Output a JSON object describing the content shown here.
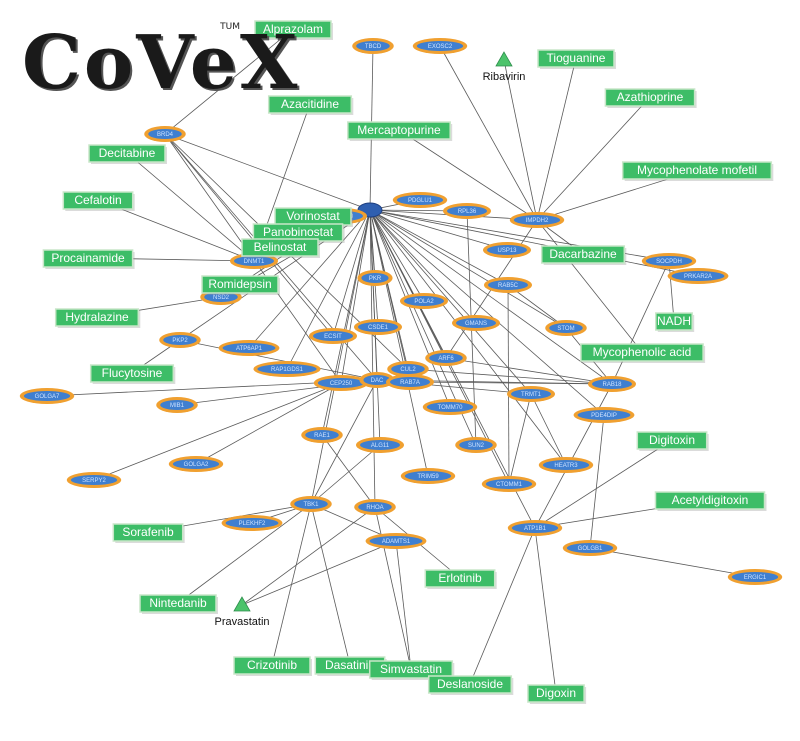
{
  "logo": {
    "text": "CoVeX",
    "superscript": "TUM"
  },
  "colors": {
    "drug_fill": "#3dbd67",
    "drug_border": "#c8e6c8",
    "gene_fill": "#3f7fd0",
    "gene_ring": "#f0a030",
    "edge": "#5a5a5a",
    "triangle": "#4cc36b",
    "virus_fill": "#2f5fb0"
  },
  "drugs": [
    {
      "id": "alprazolam",
      "label": "Alprazolam"
    },
    {
      "id": "azacitidine",
      "label": "Azacitidine"
    },
    {
      "id": "decitabine",
      "label": "Decitabine"
    },
    {
      "id": "cefalotin",
      "label": "Cefalotin"
    },
    {
      "id": "vorinostat",
      "label": "Vorinostat"
    },
    {
      "id": "panobinostat",
      "label": "Panobinostat"
    },
    {
      "id": "belinostat",
      "label": "Belinostat"
    },
    {
      "id": "procainamide",
      "label": "Procainamide"
    },
    {
      "id": "romidepsin",
      "label": "Romidepsin"
    },
    {
      "id": "hydralazine",
      "label": "Hydralazine"
    },
    {
      "id": "flucytosine",
      "label": "Flucytosine"
    },
    {
      "id": "mercaptopurine",
      "label": "Mercaptopurine"
    },
    {
      "id": "tioguanine",
      "label": "Tioguanine"
    },
    {
      "id": "azathioprine",
      "label": "Azathioprine"
    },
    {
      "id": "mycophenolate_mofetil",
      "label": "Mycophenolate mofetil"
    },
    {
      "id": "dacarbazine",
      "label": "Dacarbazine"
    },
    {
      "id": "nadh",
      "label": "NADH"
    },
    {
      "id": "mycophenolic_acid",
      "label": "Mycophenolic acid"
    },
    {
      "id": "digitoxin",
      "label": "Digitoxin"
    },
    {
      "id": "acetyldigitoxin",
      "label": "Acetyldigitoxin"
    },
    {
      "id": "sorafenib",
      "label": "Sorafenib"
    },
    {
      "id": "nintedanib",
      "label": "Nintedanib"
    },
    {
      "id": "erlotinib",
      "label": "Erlotinib"
    },
    {
      "id": "crizotinib",
      "label": "Crizotinib"
    },
    {
      "id": "dasatinib",
      "label": "Dasatinib"
    },
    {
      "id": "simvastatin",
      "label": "Simvastatin"
    },
    {
      "id": "deslanoside",
      "label": "Deslanoside"
    },
    {
      "id": "digoxin",
      "label": "Digoxin"
    }
  ],
  "genes": [
    {
      "id": "tbcd",
      "label": "TBCD"
    },
    {
      "id": "exosc2",
      "label": "EXOSC2"
    },
    {
      "id": "brd4",
      "label": "BRD4"
    },
    {
      "id": "mov10",
      "label": "MOV10"
    },
    {
      "id": "pdglu1",
      "label": "PDGLU1"
    },
    {
      "id": "rpl36",
      "label": "RPL36"
    },
    {
      "id": "impdh2",
      "label": "IMPDH2"
    },
    {
      "id": "dnmt1",
      "label": "DNMT1"
    },
    {
      "id": "usp13",
      "label": "USP13"
    },
    {
      "id": "socpdh",
      "label": "SOCPDH"
    },
    {
      "id": "prkar2a",
      "label": "PRKAR2A"
    },
    {
      "id": "nsd2",
      "label": "NSD2"
    },
    {
      "id": "pkr",
      "label": "PKR"
    },
    {
      "id": "polaa",
      "label": "POLA2"
    },
    {
      "id": "rab5c",
      "label": "RAB5C"
    },
    {
      "id": "pkp2",
      "label": "PKP2"
    },
    {
      "id": "atp6ap1",
      "label": "ATP6AP1"
    },
    {
      "id": "ecsit",
      "label": "ECSIT"
    },
    {
      "id": "csde1",
      "label": "CSDE1"
    },
    {
      "id": "gmans",
      "label": "GMANS"
    },
    {
      "id": "stom",
      "label": "STOM"
    },
    {
      "id": "rap1gds1",
      "label": "RAP1GDS1"
    },
    {
      "id": "cul2",
      "label": "CUL2"
    },
    {
      "id": "arf6",
      "label": "ARF6"
    },
    {
      "id": "golga7",
      "label": "GOLGA7"
    },
    {
      "id": "cep250",
      "label": "CEP250"
    },
    {
      "id": "dac",
      "label": "DAC"
    },
    {
      "id": "rab7a",
      "label": "RAB7A"
    },
    {
      "id": "trmt1",
      "label": "TRMT1"
    },
    {
      "id": "rab18",
      "label": "RAB18"
    },
    {
      "id": "mib1",
      "label": "MIB1"
    },
    {
      "id": "tomm70",
      "label": "TOMM70"
    },
    {
      "id": "pde4dip",
      "label": "PDE4DIP"
    },
    {
      "id": "rae1",
      "label": "RAE1"
    },
    {
      "id": "algt1",
      "label": "ALG11"
    },
    {
      "id": "sun2",
      "label": "SUN2"
    },
    {
      "id": "golga2",
      "label": "GOLGA2"
    },
    {
      "id": "trim59",
      "label": "TRIM59"
    },
    {
      "id": "ctomm1",
      "label": "CTOMM1"
    },
    {
      "id": "heatr3",
      "label": "HEATR3"
    },
    {
      "id": "serpy2",
      "label": "SERPY2"
    },
    {
      "id": "tbk1",
      "label": "TBK1"
    },
    {
      "id": "rhoa",
      "label": "RHOA"
    },
    {
      "id": "plekhf2",
      "label": "PLEKHF2"
    },
    {
      "id": "adamts1",
      "label": "ADAMTS1"
    },
    {
      "id": "atp1b1",
      "label": "ATP1B1"
    },
    {
      "id": "golgb1",
      "label": "GOLGB1"
    },
    {
      "id": "ergic1",
      "label": "ERGIC1"
    }
  ],
  "viral_proteins": [
    {
      "id": "virus",
      "label": ""
    }
  ],
  "triangles": [
    {
      "id": "ribavirin",
      "label": "Ribavirin"
    },
    {
      "id": "pravastatin",
      "label": "Pravastatin"
    }
  ],
  "edges": [
    [
      "alprazolam",
      "brd4"
    ],
    [
      "azacitidine",
      "dnmt1"
    ],
    [
      "decitabine",
      "dnmt1"
    ],
    [
      "cefalotin",
      "dnmt1"
    ],
    [
      "procainamide",
      "dnmt1"
    ],
    [
      "hydralazine",
      "nsd2"
    ],
    [
      "flucytosine",
      "pkp2"
    ],
    [
      "vorinostat",
      "mov10"
    ],
    [
      "panobinostat",
      "mov10"
    ],
    [
      "belinostat",
      "mov10"
    ],
    [
      "romidepsin",
      "mov10"
    ],
    [
      "mercaptopurine",
      "impdh2"
    ],
    [
      "tioguanine",
      "impdh2"
    ],
    [
      "azathioprine",
      "impdh2"
    ],
    [
      "mycophenolate_mofetil",
      "impdh2"
    ],
    [
      "dacarbazine",
      "impdh2"
    ],
    [
      "mycophenolic_acid",
      "impdh2"
    ],
    [
      "nadh",
      "socpdh"
    ],
    [
      "ribavirin",
      "impdh2"
    ],
    [
      "exosc2",
      "impdh2"
    ],
    [
      "digitoxin",
      "atp1b1"
    ],
    [
      "acetyldigitoxin",
      "atp1b1"
    ],
    [
      "deslanoside",
      "atp1b1"
    ],
    [
      "digoxin",
      "atp1b1"
    ],
    [
      "sorafenib",
      "tbk1"
    ],
    [
      "nintedanib",
      "tbk1"
    ],
    [
      "erlotinib",
      "rhoa"
    ],
    [
      "crizotinib",
      "tbk1"
    ],
    [
      "dasatinib",
      "tbk1"
    ],
    [
      "simvastatin",
      "rhoa"
    ],
    [
      "simvastatin",
      "adamts1"
    ],
    [
      "pravastatin",
      "rhoa"
    ],
    [
      "pravastatin",
      "adamts1"
    ],
    [
      "brd4",
      "dac"
    ],
    [
      "brd4",
      "cep250"
    ],
    [
      "brd4",
      "cul2"
    ],
    [
      "brd4",
      "ecsit"
    ],
    [
      "virus",
      "tbcd"
    ],
    [
      "virus",
      "brd4"
    ],
    [
      "virus",
      "mov10"
    ],
    [
      "virus",
      "pdglu1"
    ],
    [
      "virus",
      "rpl36"
    ],
    [
      "virus",
      "impdh2"
    ],
    [
      "virus",
      "dnmt1"
    ],
    [
      "virus",
      "usp13"
    ],
    [
      "virus",
      "socpdh"
    ],
    [
      "virus",
      "prkar2a"
    ],
    [
      "virus",
      "nsd2"
    ],
    [
      "virus",
      "pkr"
    ],
    [
      "virus",
      "polaa"
    ],
    [
      "virus",
      "rab5c"
    ],
    [
      "virus",
      "pkp2"
    ],
    [
      "virus",
      "atp6ap1"
    ],
    [
      "virus",
      "ecsit"
    ],
    [
      "virus",
      "csde1"
    ],
    [
      "virus",
      "gmans"
    ],
    [
      "virus",
      "stom"
    ],
    [
      "virus",
      "rap1gds1"
    ],
    [
      "virus",
      "cul2"
    ],
    [
      "virus",
      "arf6"
    ],
    [
      "virus",
      "cep250"
    ],
    [
      "virus",
      "dac"
    ],
    [
      "virus",
      "rab7a"
    ],
    [
      "virus",
      "trmt1"
    ],
    [
      "virus",
      "rab18"
    ],
    [
      "virus",
      "tomm70"
    ],
    [
      "virus",
      "pde4dip"
    ],
    [
      "virus",
      "rae1"
    ],
    [
      "virus",
      "algt1"
    ],
    [
      "virus",
      "sun2"
    ],
    [
      "virus",
      "trim59"
    ],
    [
      "virus",
      "ctomm1"
    ],
    [
      "virus",
      "heatr3"
    ],
    [
      "virus",
      "tbk1"
    ],
    [
      "virus",
      "rhoa"
    ],
    [
      "virus",
      "atp1b1"
    ],
    [
      "dac",
      "mib1"
    ],
    [
      "dac",
      "golga7"
    ],
    [
      "dac",
      "pkp2"
    ],
    [
      "dac",
      "rab18"
    ],
    [
      "dac",
      "trmt1"
    ],
    [
      "dac",
      "tbk1"
    ],
    [
      "cep250",
      "golga2"
    ],
    [
      "cep250",
      "serpy2"
    ],
    [
      "rab18",
      "atp1b1"
    ],
    [
      "rab18",
      "stom"
    ],
    [
      "rab18",
      "socpdh"
    ],
    [
      "rab5c",
      "stom"
    ],
    [
      "rab5c",
      "ctomm1"
    ],
    [
      "trmt1",
      "ctomm1"
    ],
    [
      "pde4dip",
      "golgb1"
    ],
    [
      "golgb1",
      "ergic1"
    ],
    [
      "tbk1",
      "plekhf2"
    ],
    [
      "tbk1",
      "adamts1"
    ],
    [
      "rae1",
      "rhoa"
    ],
    [
      "algt1",
      "tbk1"
    ],
    [
      "rab7a",
      "rab18"
    ],
    [
      "arf6",
      "rab18"
    ],
    [
      "cul2",
      "rab18"
    ],
    [
      "trmt1",
      "heatr3"
    ],
    [
      "impdh2",
      "arf6"
    ],
    [
      "rpl36",
      "sun2"
    ]
  ]
}
